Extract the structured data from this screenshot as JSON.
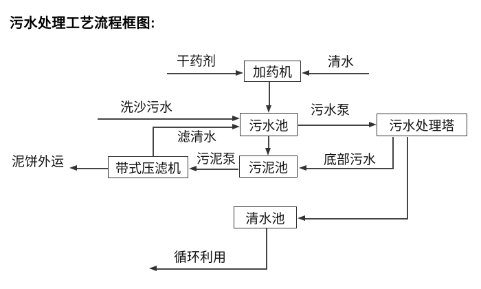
{
  "title": "污水处理工艺流程框图:",
  "colors": {
    "background": "#ffffff",
    "line": "#444444",
    "box_border": "#333333",
    "text": "#111111"
  },
  "nodes": {
    "dosing_machine": {
      "label": "加药机"
    },
    "sewage_pool": {
      "label": "污水池"
    },
    "treatment_tower": {
      "label": "污水处理塔"
    },
    "belt_filter_press": {
      "label": "带式压滤机"
    },
    "sludge_pool": {
      "label": "污泥池"
    },
    "clean_water_pool": {
      "label": "清水池"
    }
  },
  "edge_labels": {
    "dry_chemical": "干药剂",
    "clean_water": "清水",
    "sand_washing_sewage": "洗沙污水",
    "sewage_pump": "污水泵",
    "filtered_water": "滤清水",
    "mud_cake_outbound": "泥饼外运",
    "sludge_pump": "污泥泵",
    "bottom_sewage": "底部污水",
    "recycling": "循环利用"
  }
}
